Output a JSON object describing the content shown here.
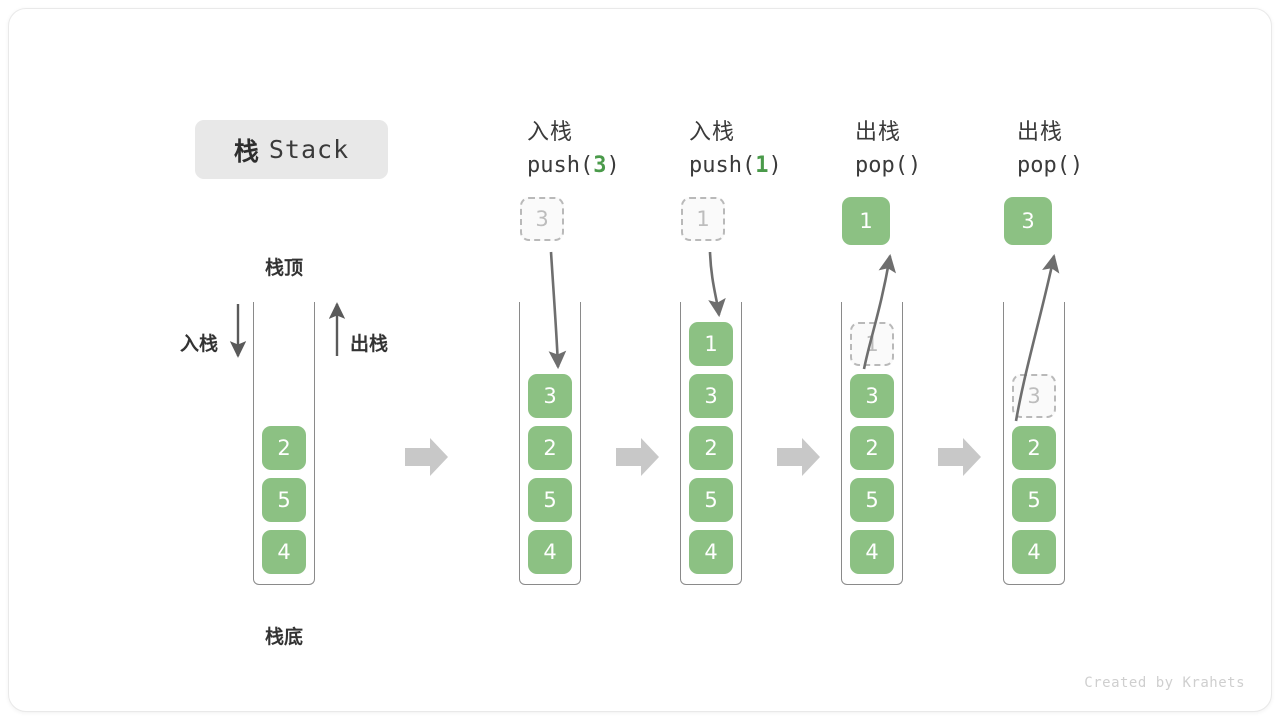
{
  "title": {
    "cn": "栈",
    "en": "Stack"
  },
  "labels": {
    "top": "栈顶",
    "bottom": "栈底",
    "push_side": "入栈",
    "pop_side": "出栈"
  },
  "watermark": "Created by Krahets",
  "colors": {
    "element_green": "#8cc183",
    "ghost_border": "#b9b9b9",
    "ghost_text": "#bdbdbd",
    "arrow_gray": "#6e6e6e",
    "block_arrow_gray": "#c8c8c8",
    "badge_bg": "#e8e8e8",
    "text_dark": "#333333",
    "accent_green_text": "#4a9a4a"
  },
  "columns": [
    {
      "id": "initial",
      "head_op": "",
      "head_fn_pre": "",
      "head_fn_arg": "",
      "head_fn_post": "",
      "stack": [
        "2",
        "5",
        "4"
      ],
      "floating": null,
      "ghost_in_stack": null
    },
    {
      "id": "push-3",
      "head_op": "入栈",
      "head_fn_pre": "push(",
      "head_fn_arg": "3",
      "head_fn_post": ")",
      "stack": [
        "3",
        "2",
        "5",
        "4"
      ],
      "floating": {
        "value": "3",
        "style": "ghost"
      },
      "ghost_in_stack": null
    },
    {
      "id": "push-1",
      "head_op": "入栈",
      "head_fn_pre": "push(",
      "head_fn_arg": "1",
      "head_fn_post": ")",
      "stack": [
        "1",
        "3",
        "2",
        "5",
        "4"
      ],
      "floating": {
        "value": "1",
        "style": "ghost"
      },
      "ghost_in_stack": null
    },
    {
      "id": "pop-1",
      "head_op": "出栈",
      "head_fn_pre": "pop(",
      "head_fn_arg": "",
      "head_fn_post": ")",
      "stack": [
        "3",
        "2",
        "5",
        "4"
      ],
      "floating": {
        "value": "1",
        "style": "solid"
      },
      "ghost_in_stack": {
        "value": "1",
        "slot": 0
      }
    },
    {
      "id": "pop-3",
      "head_op": "出栈",
      "head_fn_pre": "pop(",
      "head_fn_arg": "",
      "head_fn_post": ")",
      "stack": [
        "2",
        "5",
        "4"
      ],
      "floating": {
        "value": "3",
        "style": "solid"
      },
      "ghost_in_stack": {
        "value": "3",
        "slot": 1
      }
    }
  ]
}
